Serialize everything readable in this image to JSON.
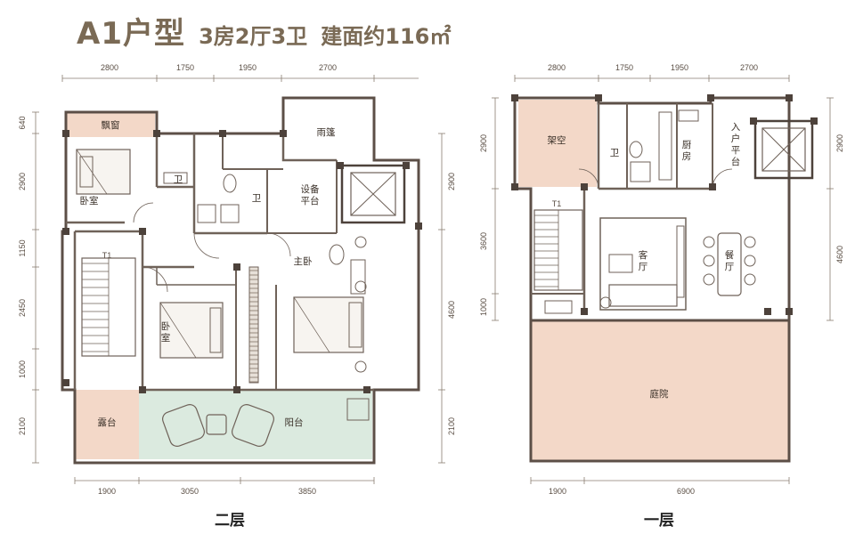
{
  "header": {
    "plan_name": "A1户型",
    "layout": "3房2厅3卫",
    "area": "建面约116㎡"
  },
  "second_floor": {
    "label": "二层",
    "top_dims": [
      "2800",
      "1750",
      "1950",
      "2700"
    ],
    "bottom_dims": [
      "1900",
      "3050",
      "3850"
    ],
    "left_dims": [
      "640",
      "2900",
      "1150",
      "2450",
      "1000",
      "2100"
    ],
    "right_dims": [
      "2900",
      "4600",
      "2100"
    ],
    "rooms": {
      "bay_window": "飘窗",
      "bedroom1": "卧室",
      "bath1": "卫",
      "bath2": "卫",
      "canopy": "雨篷",
      "equipment": "设备\n平台",
      "master": "主卧",
      "bedroom2": "卧\n室",
      "terrace": "露台",
      "balcony": "阳台",
      "stair": "T1"
    }
  },
  "first_floor": {
    "label": "一层",
    "top_dims": [
      "2800",
      "1750",
      "1950",
      "2700"
    ],
    "bottom_dims": [
      "1900",
      "6900"
    ],
    "left_dims": [
      "2900",
      "3600",
      "1000"
    ],
    "right_dims": [
      "2900",
      "4600"
    ],
    "rooms": {
      "overhead": "架空",
      "bath": "卫",
      "kitchen": "厨\n房",
      "entry": "入\n户\n平\n台",
      "living": "客\n厅",
      "dining": "餐\n厅",
      "courtyard": "庭院",
      "stair": "T1"
    }
  }
}
